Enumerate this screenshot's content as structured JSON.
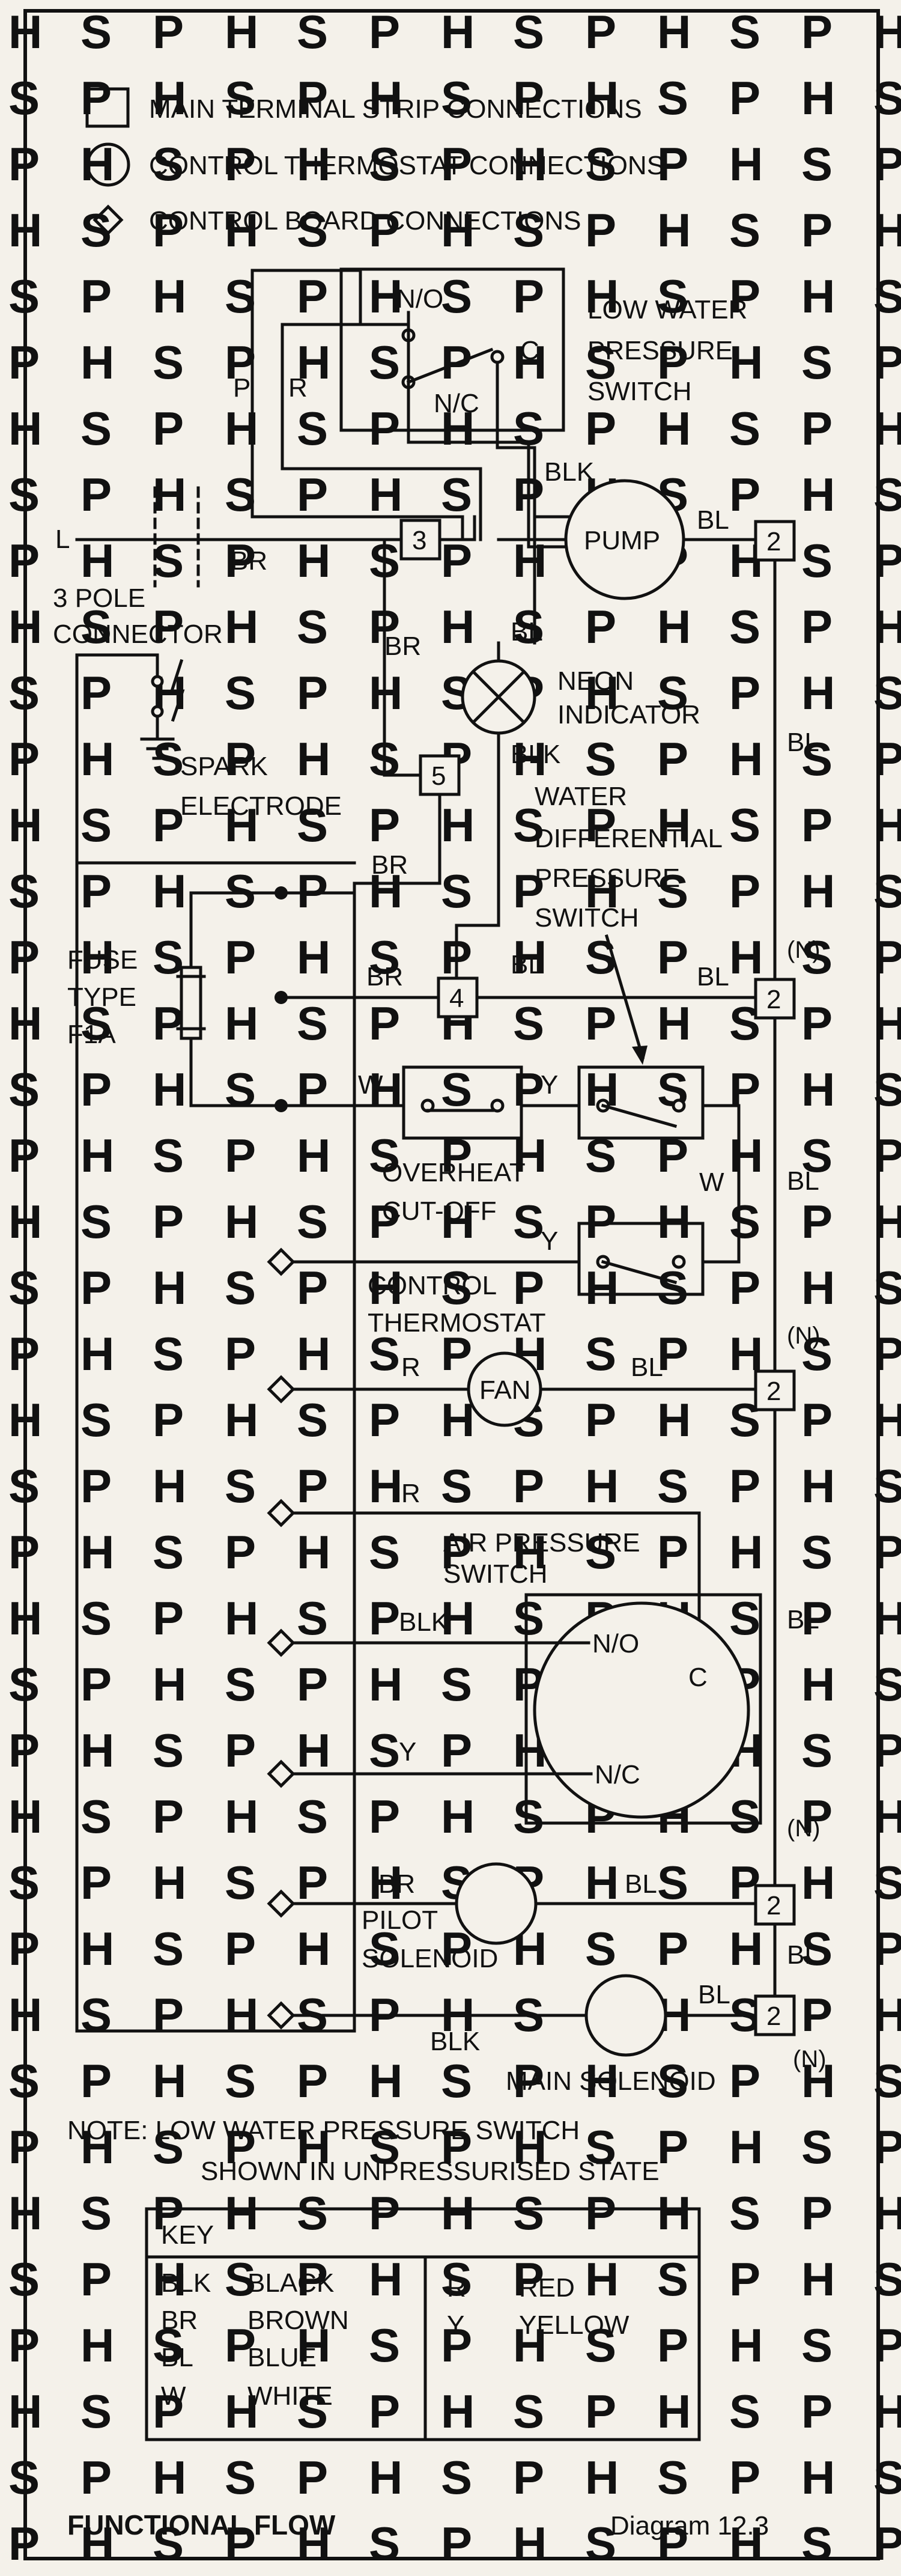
{
  "legend": {
    "terminal": "MAIN TERMINAL STRIP CONNECTIONS",
    "thermostat": "CONTROL THERMOSTAT CONNECTIONS",
    "board": "CONTROL BOARD CONNECTIONS"
  },
  "terminals": {
    "t3": "3",
    "t5": "5",
    "t4": "4",
    "t2": "2"
  },
  "labels": {
    "no": "N/O",
    "nc": "N/C",
    "c": "C",
    "low_water_switch": [
      "LOW WATER",
      "PRESSURE",
      "SWITCH"
    ],
    "pump": "PUMP",
    "line": "L",
    "three_pole": [
      "3 POLE",
      "CONNECTOR"
    ],
    "spark_electrode": [
      "SPARK",
      "ELECTRODE"
    ],
    "neon_indicator": [
      "NEON",
      "INDICATOR"
    ],
    "water_diff_switch": [
      "WATER",
      "DIFFERENTIAL",
      "PRESSURE",
      "SWITCH"
    ],
    "fuse": [
      "FUSE",
      "TYPE",
      "F1A"
    ],
    "overheat": [
      "OVERHEAT",
      "CUT-OFF"
    ],
    "control_thermostat": [
      "CONTROL",
      "THERMOSTAT"
    ],
    "fan": "FAN",
    "air_pressure_switch": [
      "AIR PRESSURE",
      "SWITCH"
    ],
    "pilot_solenoid": [
      "PILOT",
      "SOLENOID"
    ],
    "main_solenoid": "MAIN SOLENOID",
    "neutral": "(N)"
  },
  "wire_colors": {
    "p": "P",
    "r": "R",
    "blk": "BLK",
    "br": "BR",
    "bl": "BL",
    "w": "W",
    "y": "Y"
  },
  "note": [
    "NOTE:  LOW WATER PRESSURE SWITCH",
    "SHOWN IN UNPRESSURISED STATE"
  ],
  "key": {
    "title": "KEY",
    "left": [
      {
        "code": "BLK",
        "name": "BLACK"
      },
      {
        "code": "BR",
        "name": "BROWN"
      },
      {
        "code": "BL",
        "name": "BLUE"
      },
      {
        "code": "W",
        "name": "WHITE"
      }
    ],
    "right": [
      {
        "code": "R",
        "name": "RED"
      },
      {
        "code": "Y",
        "name": "YELLOW"
      }
    ]
  },
  "footer": {
    "title": "FUNCTIONAL FLOW",
    "diagram": "Diagram 12.3"
  },
  "watermark": [
    "H",
    "S",
    "P"
  ]
}
